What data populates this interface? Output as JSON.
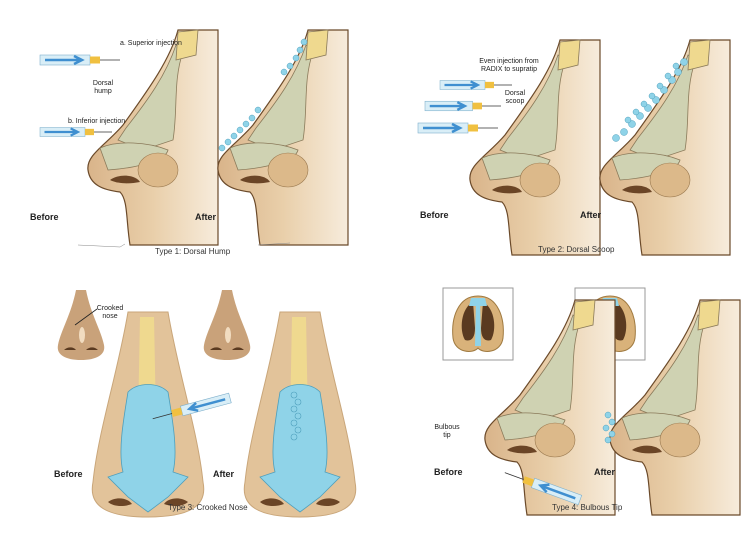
{
  "panels": [
    {
      "caption": "Type 1: Dorsal Hump",
      "before": "Before",
      "after": "After",
      "labels": {
        "superior": "a. Superior injection",
        "hump": "Dorsal hump",
        "inferior": "b. Inferior injection"
      }
    },
    {
      "caption": "Type 2: Dorsal Scoop",
      "before": "Before",
      "after": "After",
      "labels": {
        "even": "Even injection from RADIX to supratip",
        "scoop": "Dorsal scoop"
      }
    },
    {
      "caption": "Type 3: Crooked Nose",
      "before": "Before",
      "after": "After",
      "labels": {
        "crooked": "Crooked nose"
      }
    },
    {
      "caption": "Type 4: Bulbous Tip",
      "before": "Before",
      "after": "After",
      "labels": {
        "bulbous": "Bulbous tip"
      }
    }
  ],
  "colors": {
    "skin": "#e2c39a",
    "cartilage": "#cfd2b2",
    "filler": "#8fd3e8",
    "bone": "#efd98f"
  }
}
